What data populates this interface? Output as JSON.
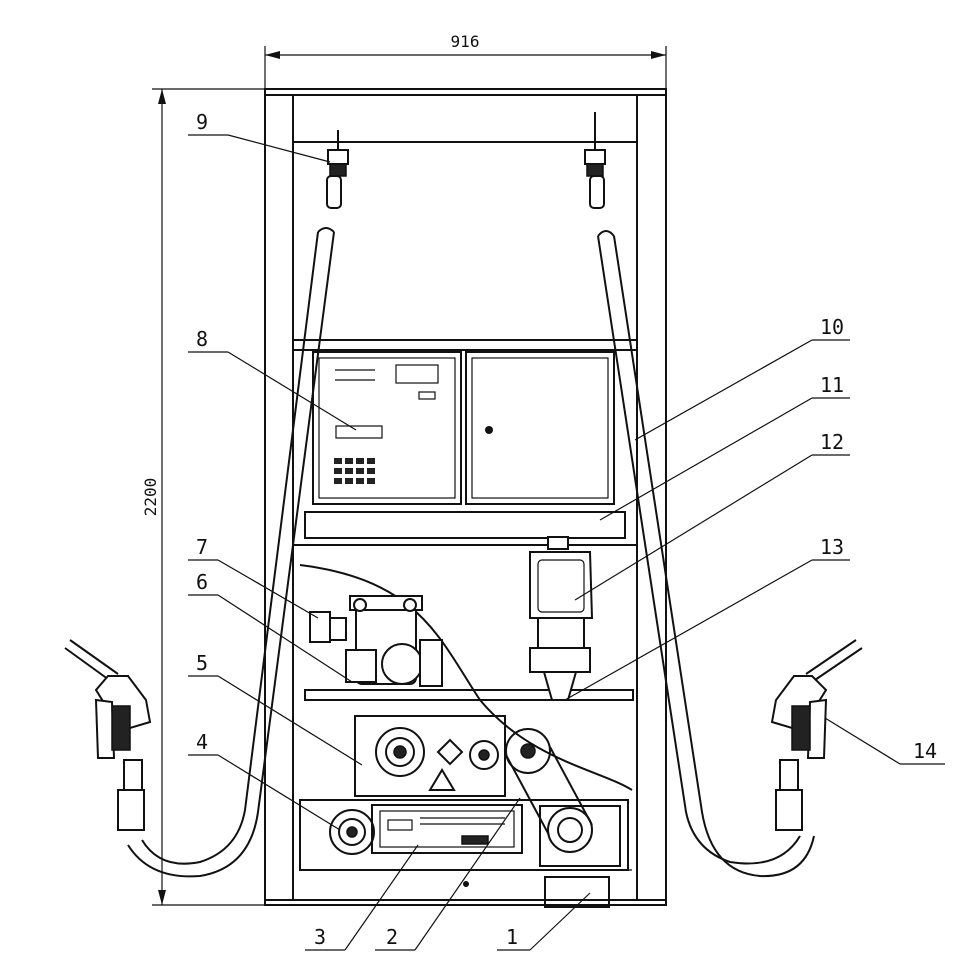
{
  "diagram": {
    "width_label": "916",
    "height_label": "2200",
    "callouts": [
      "1",
      "2",
      "3",
      "4",
      "5",
      "6",
      "7",
      "8",
      "9",
      "10",
      "11",
      "12",
      "13",
      "14"
    ]
  }
}
